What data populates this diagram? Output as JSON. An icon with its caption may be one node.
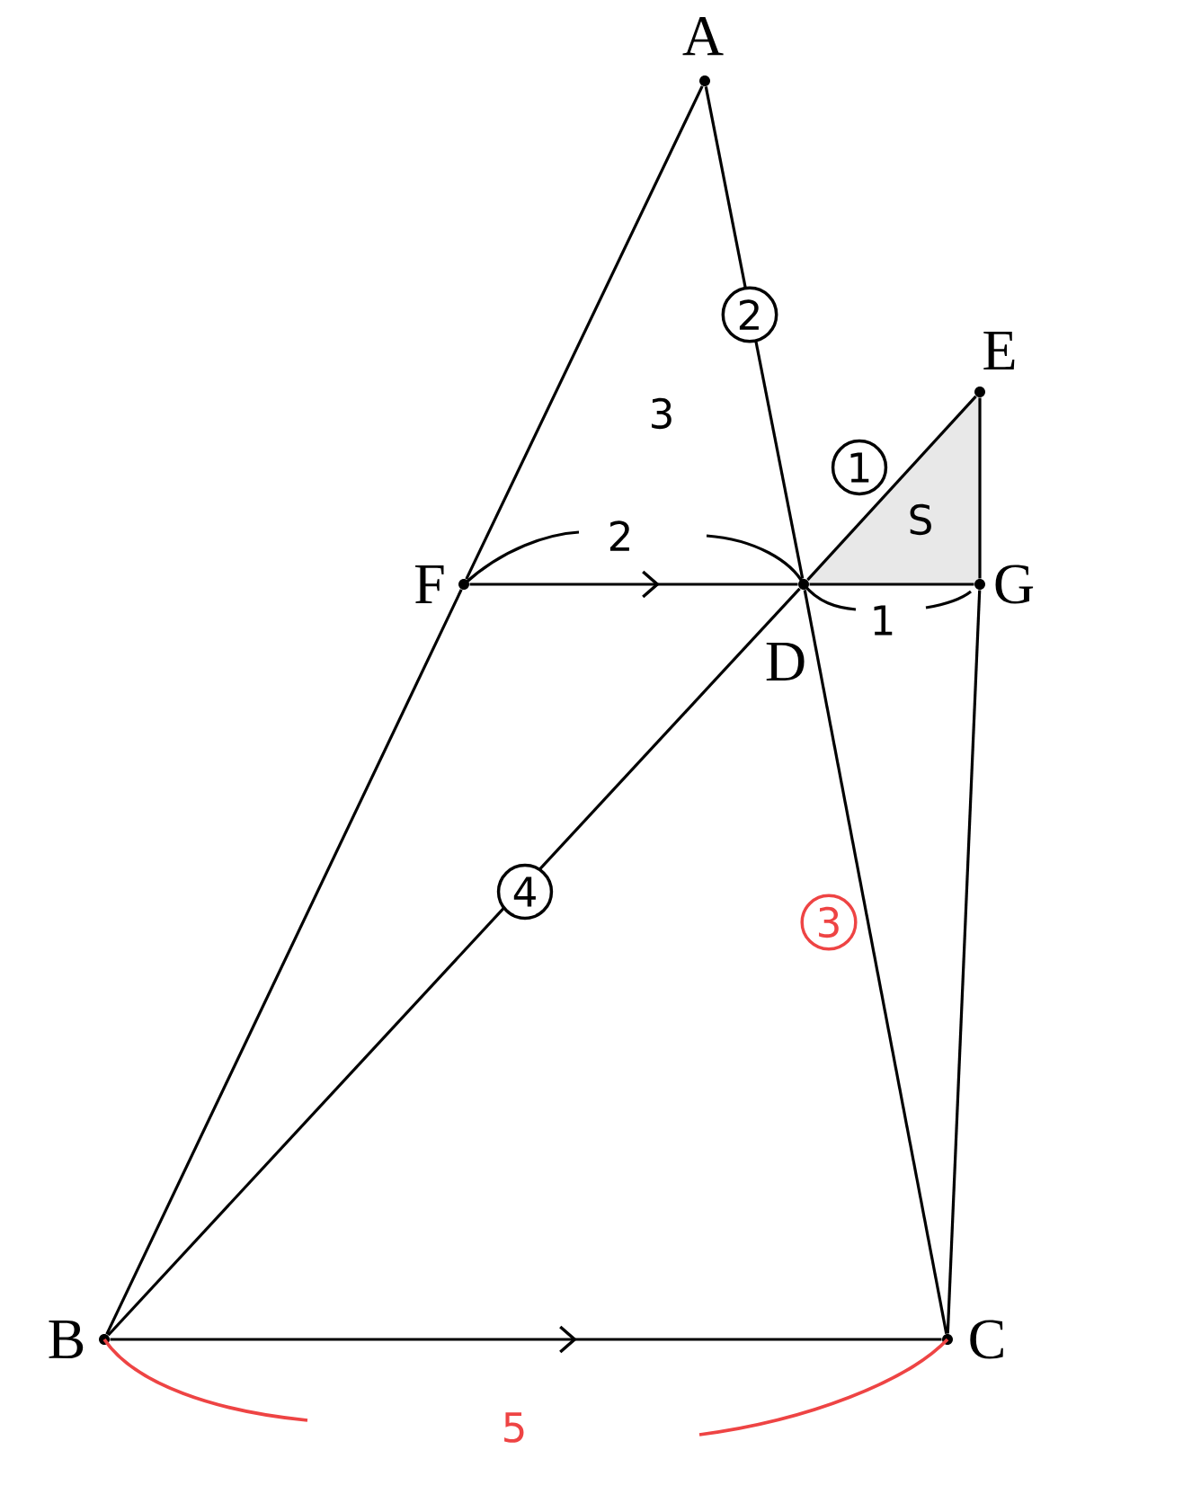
{
  "diagram": {
    "nodes": [
      {
        "text": [
          "A"
        ]
      },
      {
        "text": [
          "F"
        ]
      },
      {
        "text": [
          "D"
        ]
      },
      {
        "text": [
          "E"
        ]
      },
      {
        "text": [
          "G"
        ]
      },
      {
        "text": [
          "B"
        ]
      },
      {
        "text": [
          "C"
        ]
      }
    ],
    "edges": [
      {
        "from": 0,
        "to": 1,
        "arrow": "none"
      },
      {
        "from": 1,
        "to": 5,
        "arrow": "none"
      },
      {
        "from": 0,
        "to": 2,
        "arrow": "none"
      },
      {
        "from": 2,
        "to": 6,
        "arrow": "none"
      },
      {
        "from": 5,
        "to": 2,
        "arrow": "none"
      },
      {
        "from": 2,
        "to": 3,
        "arrow": "none"
      },
      {
        "from": 1,
        "to": 2,
        "arrow": "to"
      },
      {
        "from": 2,
        "to": 4,
        "arrow": "none"
      },
      {
        "from": 3,
        "to": 4,
        "arrow": "none"
      },
      {
        "from": 4,
        "to": 6,
        "arrow": "none"
      },
      {
        "from": 5,
        "to": 6,
        "arrow": "to"
      }
    ],
    "labels": [
      "2",
      "3",
      "1",
      "S",
      "2",
      "1",
      "4",
      "3",
      "5"
    ]
  }
}
